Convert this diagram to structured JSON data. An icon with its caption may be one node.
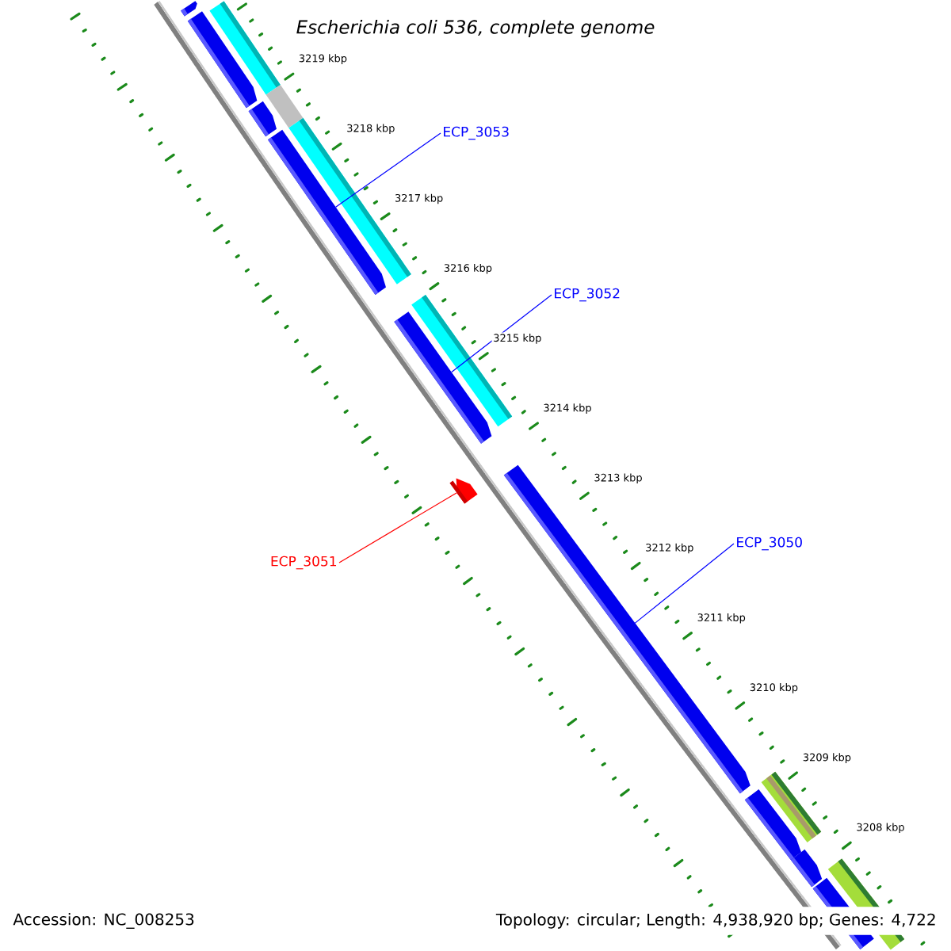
{
  "diagram": {
    "title": "*Escherichia coli* 536, complete genome",
    "nodes": [
      {
        "text": [
          "ECP_3053"
        ]
      },
      {
        "text": [
          "ECP_3052"
        ]
      },
      {
        "text": [
          "ECP_3050"
        ]
      },
      {
        "text": [
          "ECP_3051"
        ]
      },
      {
        "text": [],
        "shape": "bar"
      },
      {
        "text": [],
        "shape": "bar"
      },
      {
        "text": [],
        "shape": "bar"
      },
      {
        "text": [],
        "shape": "bar"
      }
    ],
    "edges": [
      {
        "from": 0,
        "to": 4,
        "arrow": "none"
      },
      {
        "from": 1,
        "to": 5,
        "arrow": "none"
      },
      {
        "from": 2,
        "to": 7,
        "arrow": "none"
      },
      {
        "from": 3,
        "to": 6,
        "arrow": "none",
        "color": "#ff0000"
      }
    ],
    "labels": [
      "3219 kbp",
      "3218 kbp",
      "3217 kbp",
      "3216 kbp",
      "3215 kbp",
      "3214 kbp",
      "3213 kbp",
      "3212 kbp",
      "3211 kbp",
      "3210 kbp",
      "3209 kbp",
      "3208 kbp",
      "Accession: NC_008253",
      "Topology: circular; Length: 4,938,920 bp; Genes: 4,722"
    ]
  }
}
